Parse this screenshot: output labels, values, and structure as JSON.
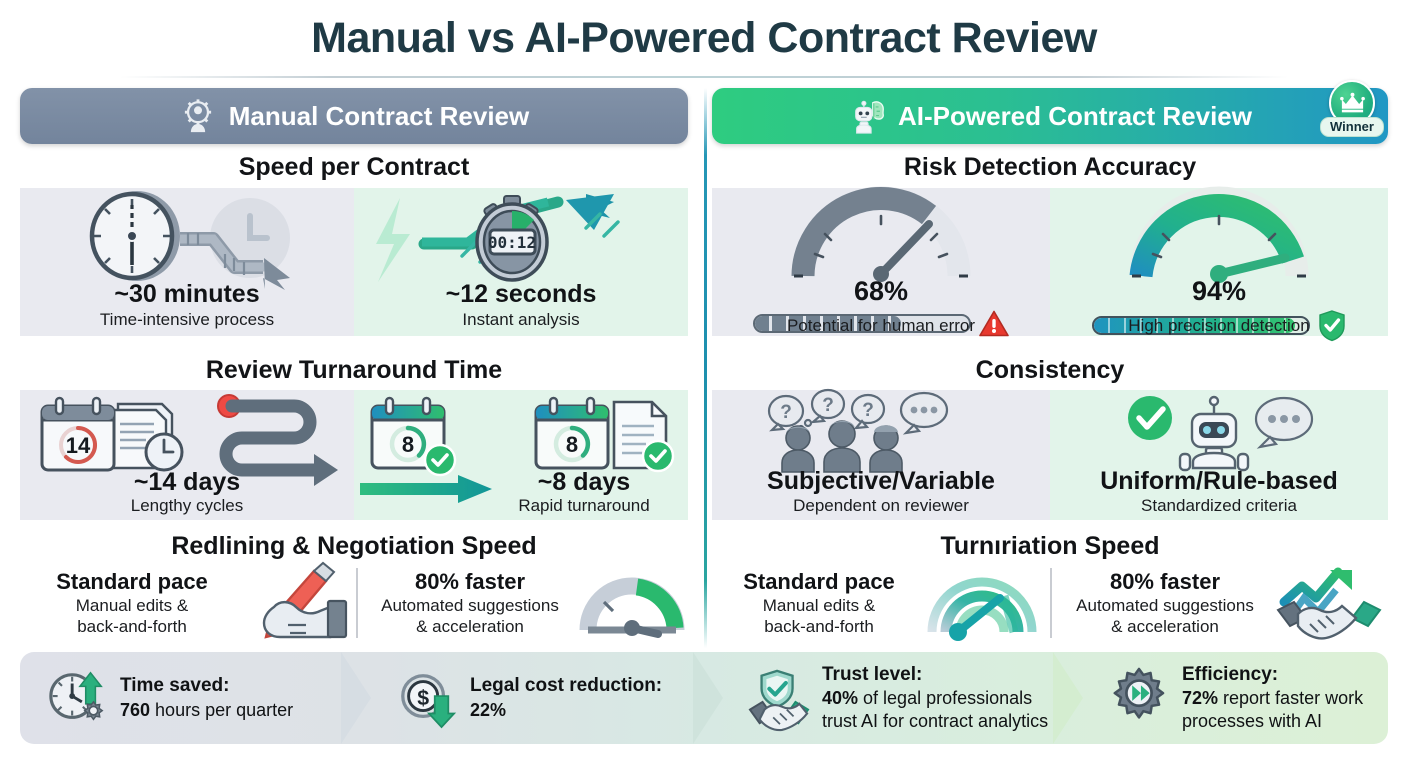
{
  "title": "Manual vs AI-Powered Contract Review",
  "columns": {
    "left": {
      "label": "Manual Contract Review",
      "icon": "gear-person-icon",
      "color": "#73849c"
    },
    "right": {
      "label": "AI-Powered Contract Review",
      "icon": "robot-brain-icon",
      "color": "#2bbf92",
      "badge": {
        "label": "Winner",
        "icon": "crown-icon"
      }
    }
  },
  "metrics": [
    {
      "left_title": "Speed per Contract",
      "right_title": "Risk Detection Accuracy",
      "left": {
        "a": {
          "value": "~30 minutes",
          "caption": "Time-intensive process",
          "icon": "analog-clock-icon"
        },
        "b": {
          "value": "~12 seconds",
          "caption": "Instant analysis",
          "icon": "stopwatch-icon",
          "display": "00:12"
        }
      },
      "right": {
        "a": {
          "value": "68%",
          "caption": "Potential for human error",
          "icon": "gauge-icon",
          "status_icon": "warning-triangle-icon",
          "percent": 68
        },
        "b": {
          "value": "94%",
          "caption": "High precision detection",
          "icon": "gauge-icon",
          "status_icon": "shield-check-icon",
          "percent": 94
        }
      }
    },
    {
      "left_title": "Review Turnaround Time",
      "right_title": "Consistency",
      "left": {
        "a": {
          "value": "~14 days",
          "caption": "Lengthy cycles",
          "icon": "calendar-icon",
          "day": "14"
        },
        "b": {
          "value": "~8 days",
          "caption": "Rapid turnaround",
          "icon": "calendar-check-icon",
          "day": "8"
        }
      },
      "right": {
        "a": {
          "value": "Subjective/Variable",
          "caption": "Dependent on reviewer",
          "icon": "people-question-icon"
        },
        "b": {
          "value": "Uniform/Rule-based",
          "caption": "Standardized criteria",
          "icon": "robot-check-icon"
        }
      }
    },
    {
      "left_title": "Redlining & Negotiation Speed",
      "right_title": "Turnıriation Speed",
      "left": {
        "a": {
          "value": "Standard pace",
          "caption_1": "Manual edits &",
          "caption_2": "back-and-forth",
          "icon": "hand-pen-icon"
        },
        "b": {
          "value": "80% faster",
          "caption_1": "Automated suggestions",
          "caption_2": "& acceleration",
          "icon": "speed-gauge-icon"
        }
      },
      "right": {
        "a": {
          "value": "Standard pace",
          "caption_1": "Manual edits &",
          "caption_2": "back-and-forth",
          "icon": "speed-gauge-teal-icon"
        },
        "b": {
          "value": "80% faster",
          "caption_1": "Automated suggestions",
          "caption_2": "& acceleration",
          "icon": "handshake-arrow-icon"
        }
      }
    }
  ],
  "banner": [
    {
      "icon": "clock-gear-arrow-icon",
      "head": "Time saved:",
      "body_bold": "760",
      "body_rest": " hours per quarter",
      "body_line2": ""
    },
    {
      "icon": "dollar-down-arrow-icon",
      "head": "Legal cost reduction:",
      "body_bold": "22%",
      "body_rest": "",
      "body_line2": ""
    },
    {
      "icon": "shield-handshake-icon",
      "head": "Trust level:",
      "body_bold": "40%",
      "body_rest": " of legal professionals",
      "body_line2": "trust AI for contract analytics"
    },
    {
      "icon": "gear-fastforward-icon",
      "head": "Efficiency:",
      "body_bold": "72%",
      "body_rest": " report faster work",
      "body_line2": "processes with AI"
    }
  ],
  "colors": {
    "manual_header": "#73849c",
    "ai_header_start": "#2ecc80",
    "ai_header_end": "#2197c4",
    "panel_gray": "#e9eaf0",
    "panel_mint": "#e2f4ea",
    "title_navy": "#1f3a45",
    "accent_green": "#22b07f",
    "accent_red": "#e8392f"
  }
}
